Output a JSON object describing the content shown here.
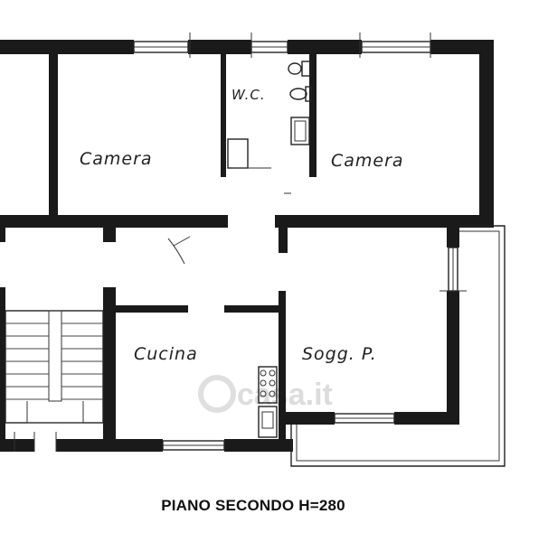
{
  "plan": {
    "caption": "PIANO SECONDO H=280",
    "rooms": {
      "camera_left": "Camera",
      "wc": "W.C.",
      "camera_right": "Camera",
      "cucina": "Cucina",
      "soggiorno": "Sogg. P."
    },
    "watermark": "casa.it"
  }
}
